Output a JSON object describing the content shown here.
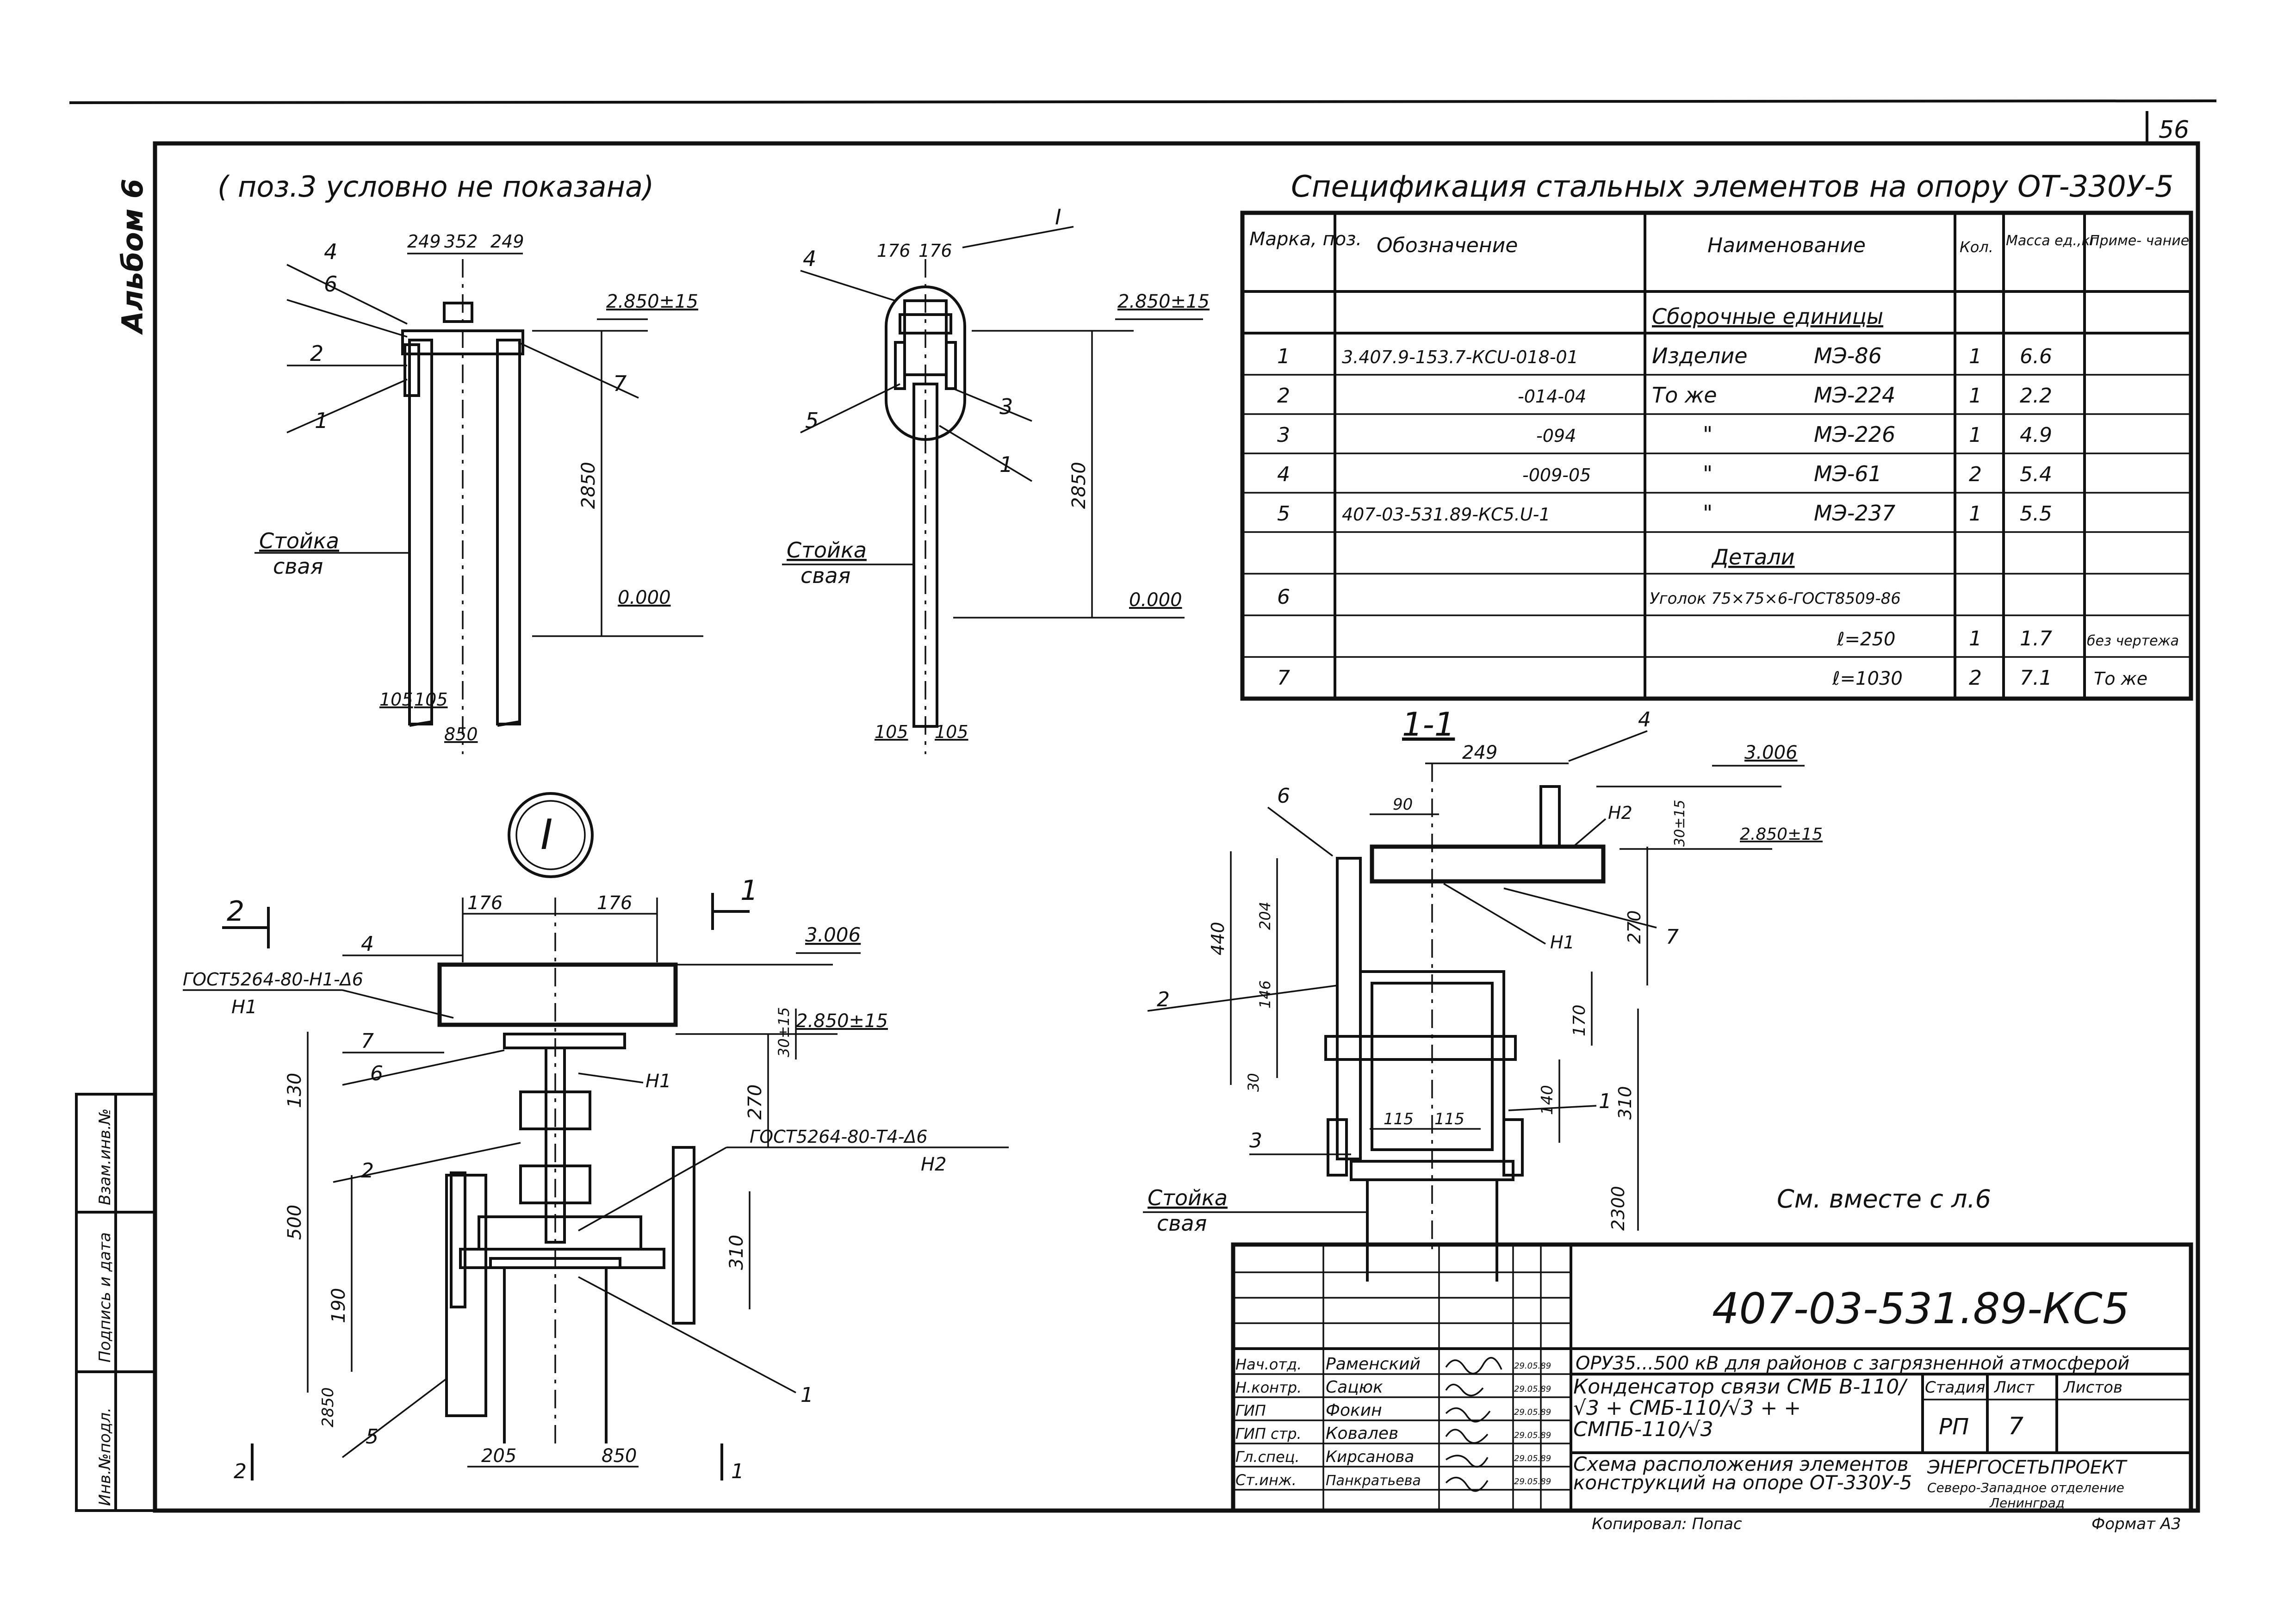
{
  "sheet": {
    "page_number": "56",
    "album_label": "Альбом 6",
    "side_stamp": {
      "inv": "Инв.№подл.",
      "sign": "Подпись и дата",
      "vzam": "Взам.инв.№"
    }
  },
  "top_left_note": "( поз.3 условно не показана)",
  "view_front": {
    "dims": [
      "249",
      "352",
      "249"
    ],
    "elev_top": "2.850±15",
    "elev_zero": "0.000",
    "height": "2850",
    "bottom_dims": [
      "105",
      "105",
      "850"
    ],
    "labels": [
      "4",
      "6",
      "2",
      "1",
      "7"
    ],
    "stoyka": "Стойка",
    "svaya": "свая"
  },
  "view_side": {
    "dims": [
      "176",
      "176"
    ],
    "node_mark": "I",
    "elev_top": "2.850±15",
    "elev_zero": "0.000",
    "height": "2850",
    "bottom_dims": [
      "105",
      "105"
    ],
    "labels": [
      "4",
      "5",
      "3",
      "1"
    ],
    "stoyka": "Стойка",
    "svaya": "свая"
  },
  "node_detail": {
    "mark": "I",
    "section_left": "2",
    "section_right": "1",
    "dims_top": [
      "176",
      "176"
    ],
    "elev_top": "3.006",
    "elev_mid": "2.850±15",
    "gost_1": "ГОСТ5264-80-Н1-Δ6",
    "gost_1_mark": "Н1",
    "gost_2": "ГОСТ5264-80-Т4-Δ6",
    "gost_2_mark": "Н2",
    "weld_mark": "Н1",
    "dims_left": [
      "130",
      "500",
      "190",
      "2850"
    ],
    "dims_right": [
      "30±15",
      "270",
      "310"
    ],
    "dims_bottom": [
      "205",
      "850"
    ],
    "labels": [
      "4",
      "7",
      "6",
      "2",
      "5",
      "1"
    ],
    "arrow_marks": [
      "2",
      "1"
    ]
  },
  "section_1_1": {
    "title": "1-1",
    "dims_top": [
      "249",
      "90"
    ],
    "elev_top": "3.006",
    "elev_mid": "2.850±15",
    "dims_left": [
      "440",
      "204",
      "146",
      "30"
    ],
    "dims_right": [
      "30±15",
      "270",
      "170",
      "310",
      "140",
      "2300"
    ],
    "dims_bottom": [
      "115",
      "115"
    ],
    "labels": [
      "4",
      "6",
      "2",
      "3",
      "7",
      "1"
    ],
    "weld_marks": [
      "Н2",
      "Н1"
    ],
    "stoyka": "Стойка",
    "svaya": "свая",
    "note": "См. вместе с л.6"
  },
  "spec": {
    "title": "Спецификация стальных элементов на опору ОТ-330У-5",
    "headers": [
      "Марка, поз.",
      "Обозначение",
      "Наименование",
      "Кол.",
      "Масса ед.,кг",
      "Приме- чание"
    ],
    "group_assembly": "Сборочные единицы",
    "group_details": "Детали",
    "rows": [
      {
        "pos": "1",
        "code": "3.407.9-153.7-КСU-018-01",
        "name": "Изделие",
        "mark": "МЭ-86",
        "qty": "1",
        "mass": "6.6",
        "note": ""
      },
      {
        "pos": "2",
        "code": "-014-04",
        "name": "То же",
        "mark": "МЭ-224",
        "qty": "1",
        "mass": "2.2",
        "note": ""
      },
      {
        "pos": "3",
        "code": "-094",
        "name": "\"",
        "mark": "МЭ-226",
        "qty": "1",
        "mass": "4.9",
        "note": ""
      },
      {
        "pos": "4",
        "code": "-009-05",
        "name": "\"",
        "mark": "МЭ-61",
        "qty": "2",
        "mass": "5.4",
        "note": ""
      },
      {
        "pos": "5",
        "code": "407-03-531.89-КС5.U-1",
        "name": "\"",
        "mark": "МЭ-237",
        "qty": "1",
        "mass": "5.5",
        "note": ""
      }
    ],
    "detail_pos6": "6",
    "detail_name6": "Уголок 75×75×6-ГОСТ8509-86",
    "detail_rows": [
      {
        "pos": "",
        "len": "ℓ=250",
        "qty": "1",
        "mass": "1.7",
        "note": "без чертежа"
      },
      {
        "pos": "7",
        "len": "ℓ=1030",
        "qty": "2",
        "mass": "7.1",
        "note": "То же"
      }
    ]
  },
  "title_block": {
    "doc_code": "407-03-531.89-КС5",
    "project": "ОРУ35...500 кВ для районов с загрязненной атмосферой",
    "object": "Конденсатор связи СМБ В-110/√3 + СМБ-110/√3 + + СМПБ-110/√3",
    "sheet_title": "Схема расположения элементов конструкций на опоре ОТ-330У-5",
    "stage_label": "Стадия",
    "sheet_label": "Лист",
    "sheets_label": "Листов",
    "stage": "РП",
    "sheet": "7",
    "org": "ЭНЕРГОСЕТЬПРОЕКТ",
    "org_sub": "Северо-Западное отделение",
    "org_city": "Ленинград",
    "roles": [
      {
        "role": "Нач.отд.",
        "name": "Раменский",
        "date": "29.05.89"
      },
      {
        "role": "Н.контр.",
        "name": "Сацюк",
        "date": "29.05.89"
      },
      {
        "role": "ГИП",
        "name": "Фокин",
        "date": "29.05.89"
      },
      {
        "role": "ГИП стр.",
        "name": "Ковалев",
        "date": "29.05.89"
      },
      {
        "role": "Гл.спец.",
        "name": "Кирсанова",
        "date": "29.05.89"
      },
      {
        "role": "Ст.инж.",
        "name": "Панкратьева",
        "date": "29.05.89"
      }
    ],
    "copied_by": "Копировал: Попас",
    "format": "Формат А3"
  }
}
